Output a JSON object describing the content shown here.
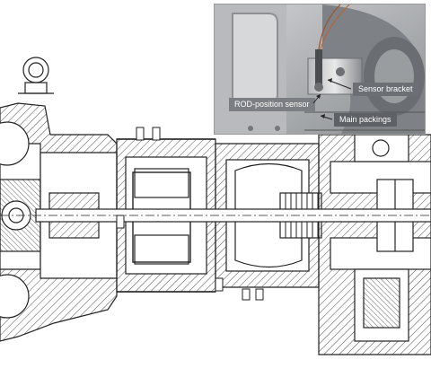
{
  "inset": {
    "labels": {
      "sensor_bracket": "Sensor bracket",
      "rod_position_sensor": "ROD-position sensor",
      "main_packings": "Main packings"
    }
  }
}
